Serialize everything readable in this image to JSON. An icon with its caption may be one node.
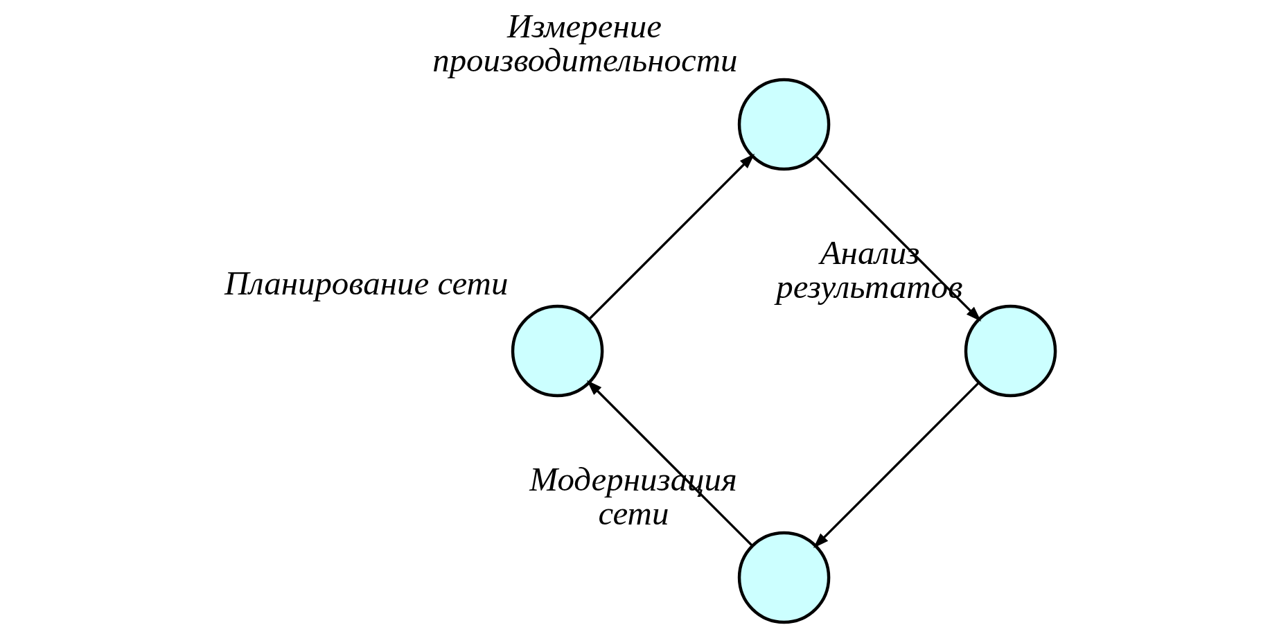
{
  "diagram": {
    "nodes": [
      {
        "text": [],
        "shape": "circle",
        "beside": [
          "Планирование сети"
        ]
      },
      {
        "text": [],
        "shape": "circle",
        "beside": [
          "Модернизация сети"
        ]
      },
      {
        "text": [],
        "shape": "circle",
        "beside": [
          "Измерение производительности"
        ]
      },
      {
        "text": [],
        "shape": "circle",
        "beside": [
          "Анализ результатов"
        ]
      }
    ],
    "edges": [
      {
        "from": 0,
        "to": 2,
        "arrow": "to"
      },
      {
        "from": 2,
        "to": 3,
        "arrow": "to"
      },
      {
        "from": 3,
        "to": 1,
        "arrow": "to"
      },
      {
        "from": 1,
        "to": 0,
        "arrow": "to"
      }
    ]
  }
}
